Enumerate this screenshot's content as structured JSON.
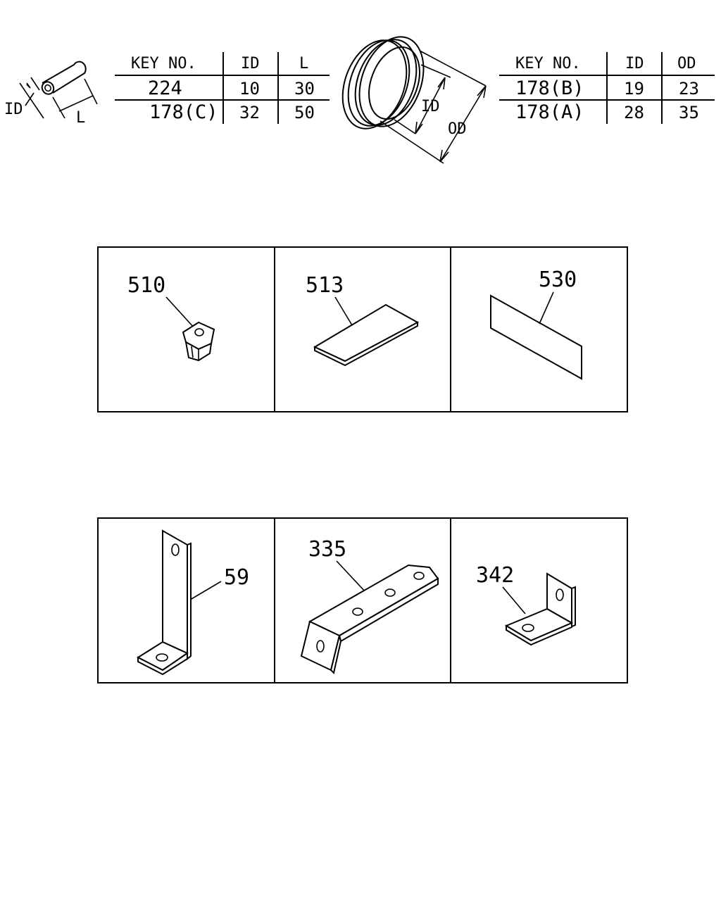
{
  "tube_table": {
    "headers": [
      "KEY NO.",
      "ID",
      "L"
    ],
    "rows": [
      {
        "key": "224",
        "id": "10",
        "l": "30"
      },
      {
        "key": "178(C)",
        "id": "32",
        "l": "50"
      }
    ],
    "dim_labels": {
      "id": "ID",
      "l": "L"
    }
  },
  "grommet_table": {
    "headers": [
      "KEY NO.",
      "ID",
      "OD"
    ],
    "rows": [
      {
        "key": "178(B)",
        "id": "19",
        "od": "23"
      },
      {
        "key": "178(A)",
        "id": "28",
        "od": "35"
      }
    ],
    "dim_labels": {
      "id": "ID",
      "od": "OD"
    }
  },
  "panels_row1": [
    {
      "key": "510",
      "part": "clip-icon"
    },
    {
      "key": "513",
      "part": "pad-icon"
    },
    {
      "key": "530",
      "part": "sheet-icon"
    }
  ],
  "panels_row2": [
    {
      "key": "59",
      "part": "l-bracket-icon"
    },
    {
      "key": "335",
      "part": "long-bracket-icon"
    },
    {
      "key": "342",
      "part": "small-bracket-icon"
    }
  ]
}
